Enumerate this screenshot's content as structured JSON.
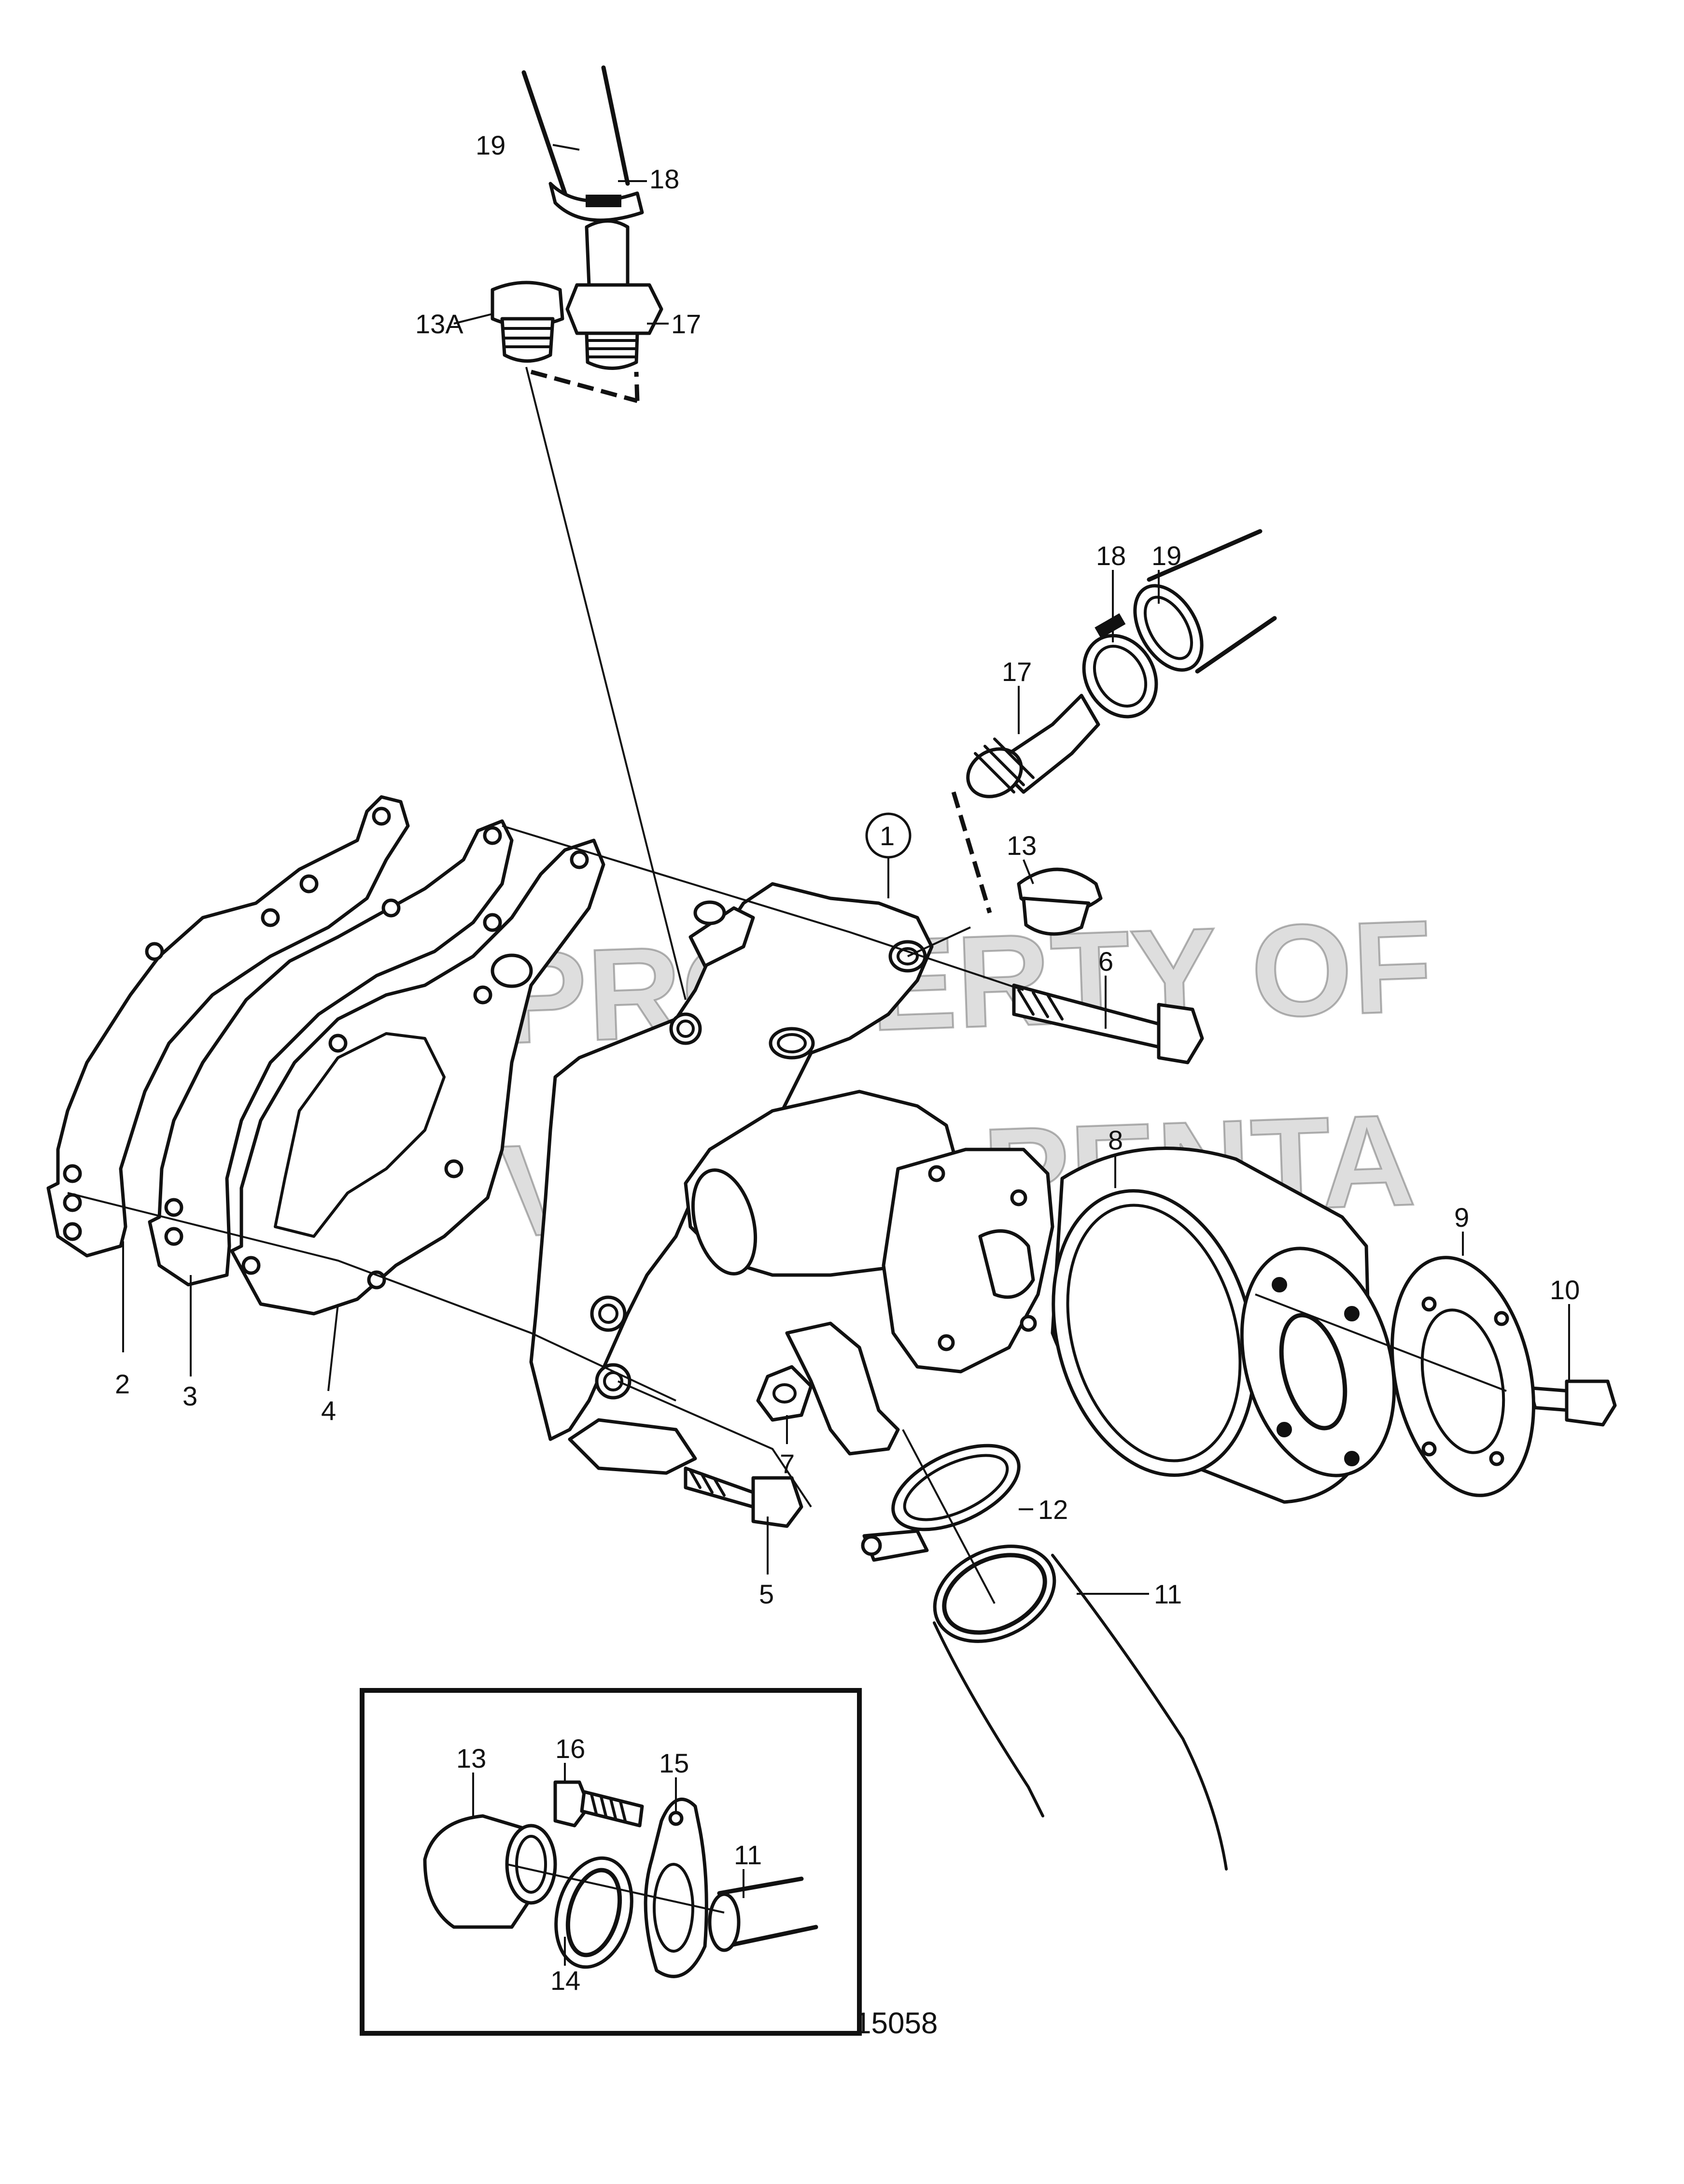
{
  "watermark": {
    "line1": "PROPERTY OF",
    "line2": "VOLVO PENTA"
  },
  "figure_number": "15058",
  "callouts": {
    "c1": "1",
    "c2": "2",
    "c3": "3",
    "c4": "4",
    "c5": "5",
    "c6": "6",
    "c7": "7",
    "c8": "8",
    "c9": "9",
    "c10": "10",
    "c11": "11",
    "c12": "12",
    "c13_top": "13",
    "c13a": "13A",
    "c17_top": "17",
    "c18_top": "18",
    "c19_top": "19",
    "c17_right": "17",
    "c18_right": "18",
    "c19_right": "19",
    "c13_inset": "13",
    "c14": "14",
    "c15": "15",
    "c16": "16",
    "c11_inset": "11"
  }
}
